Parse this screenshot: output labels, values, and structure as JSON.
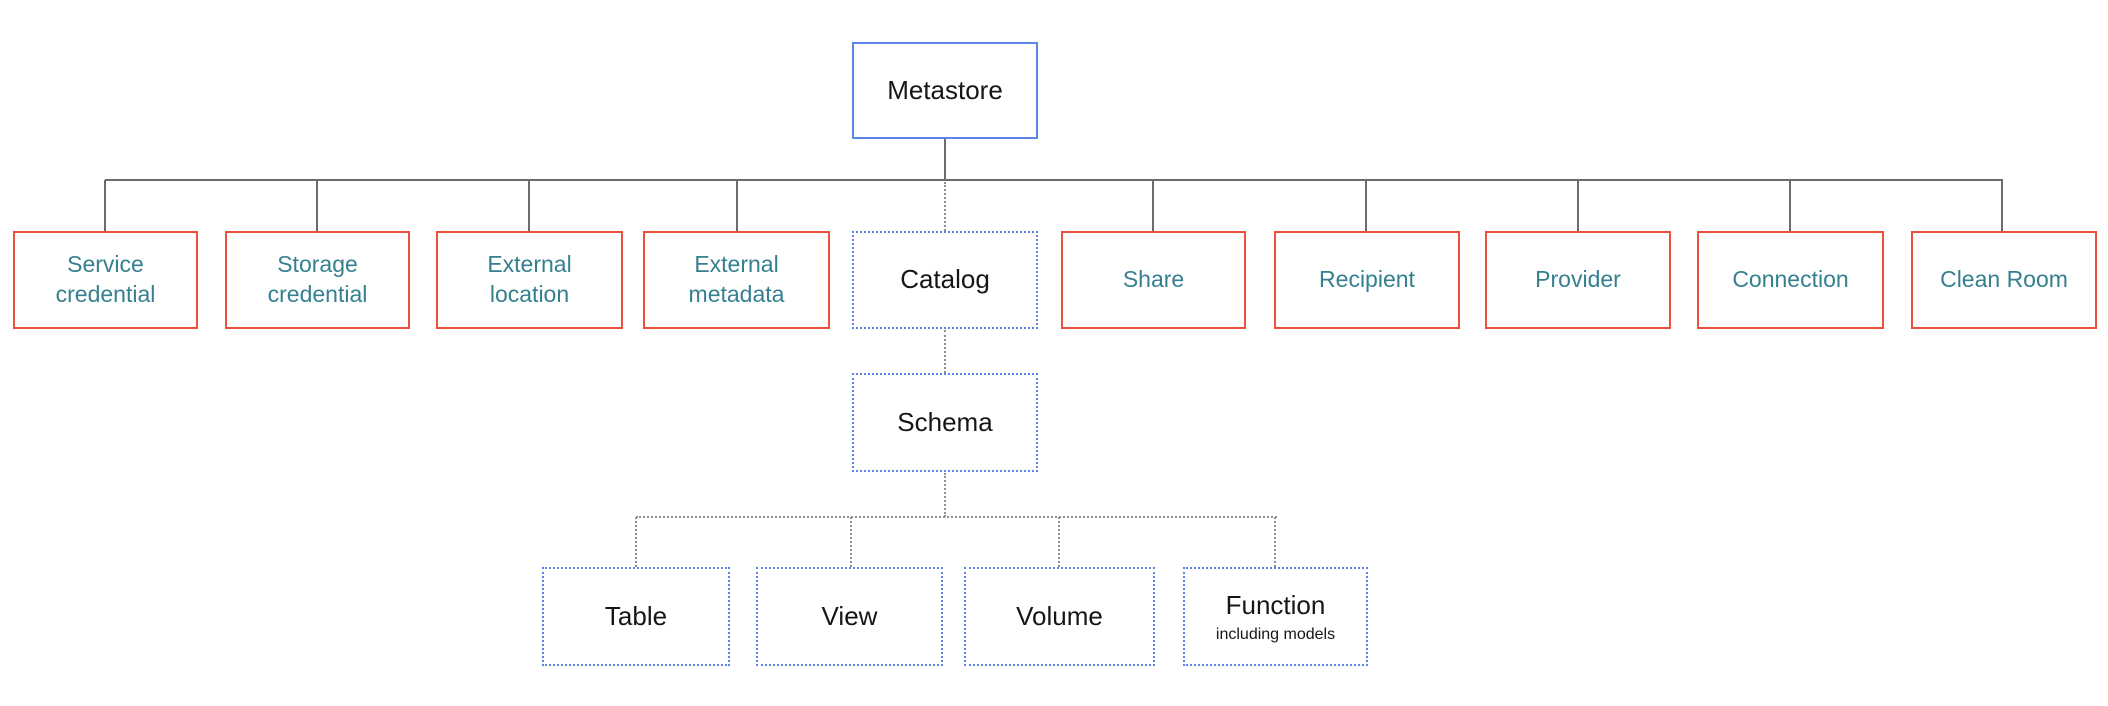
{
  "diagram": {
    "kind": "hierarchy",
    "root": {
      "label": "Metastore"
    },
    "level1": [
      {
        "id": "service-credential",
        "label": "Service credential",
        "style": "solid-red"
      },
      {
        "id": "storage-credential",
        "label": "Storage credential",
        "style": "solid-red"
      },
      {
        "id": "external-location",
        "label": "External location",
        "style": "solid-red"
      },
      {
        "id": "external-metadata",
        "label": "External metadata",
        "style": "solid-red"
      },
      {
        "id": "catalog",
        "label": "Catalog",
        "style": "dotted-blue"
      },
      {
        "id": "share",
        "label": "Share",
        "style": "solid-red"
      },
      {
        "id": "recipient",
        "label": "Recipient",
        "style": "solid-red"
      },
      {
        "id": "provider",
        "label": "Provider",
        "style": "solid-red"
      },
      {
        "id": "connection",
        "label": "Connection",
        "style": "solid-red"
      },
      {
        "id": "clean-room",
        "label": "Clean Room",
        "style": "solid-red"
      }
    ],
    "level2": [
      {
        "id": "schema",
        "label": "Schema",
        "style": "dotted-blue"
      }
    ],
    "level3": [
      {
        "id": "table",
        "label": "Table",
        "style": "dotted-blue"
      },
      {
        "id": "view",
        "label": "View",
        "style": "dotted-blue"
      },
      {
        "id": "volume",
        "label": "Volume",
        "style": "dotted-blue"
      },
      {
        "id": "function",
        "label": "Function",
        "sublabel": "including models",
        "style": "dotted-blue"
      }
    ]
  },
  "colors": {
    "solid_blue_border": "#5c87e8",
    "dotted_blue_border": "#5b82e8",
    "red_border": "#ee4f3a",
    "teal_text": "#35808f",
    "black_text": "#161616",
    "solid_line": "#6b6b6b",
    "dotted_line": "#8f8f8f",
    "bg": "#ffffff"
  }
}
